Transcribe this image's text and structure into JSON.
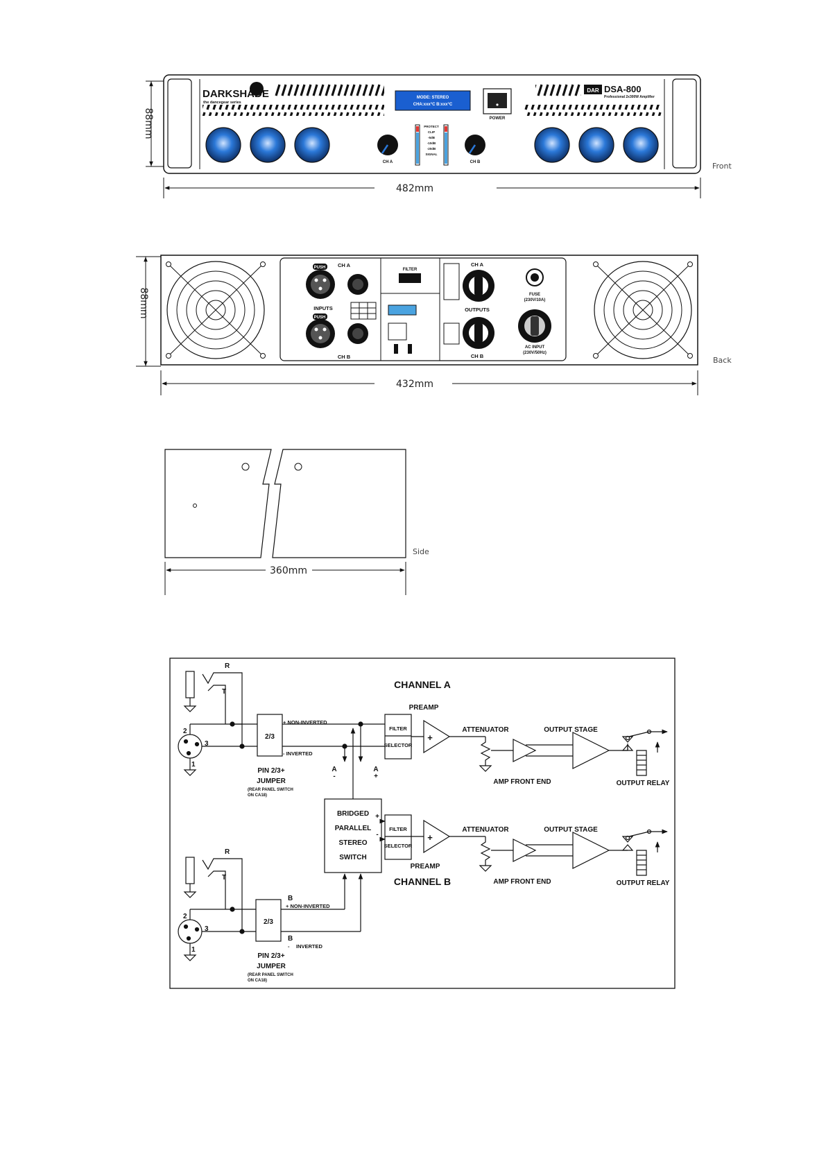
{
  "views": {
    "front": {
      "label": "Front",
      "height_dim": "88mm",
      "width_dim": "482mm",
      "brand": "DARKSHADE",
      "brand_sub": "the dancegear series",
      "display_line1": "MODE: STEREO",
      "display_line2": "CHA:xxx°C  B:xxx°C",
      "power_label": "POWER",
      "logo": "DAR",
      "model": "DSA-800",
      "model_sub": "Professional 2x300W Amplifier",
      "gain_a_label": "CH A",
      "gain_b_label": "CH B",
      "meter_labels": [
        "PROTECT",
        "CLIP",
        "-5dB",
        "-10dB",
        "-20dB",
        "SIGNAL"
      ]
    },
    "back": {
      "label": "Back",
      "height_dim": "88mm",
      "width_dim": "432mm",
      "ch_a": "CH A",
      "ch_b": "CH B",
      "inputs": "INPUTS",
      "push": "PUSH",
      "filter": "FILTER",
      "outputs": "OUTPUTS",
      "fuse": "FUSE",
      "fuse_rating": "(230V/10A)",
      "ac_input": "AC INPUT",
      "ac_rating": "(230V/50Hz)"
    },
    "side": {
      "label": "Side",
      "width_dim": "360mm"
    }
  },
  "schematic": {
    "channel_a": "CHANNEL A",
    "channel_b": "CHANNEL B",
    "preamp_a": "PREAMP",
    "preamp_b": "PREAMP",
    "attenuator_a": "ATTENUATOR",
    "attenuator_b": "ATTENUATOR",
    "output_stage_a": "OUTPUT STAGE",
    "output_stage_b": "OUTPUT STAGE",
    "amp_front_end_a": "AMP FRONT END",
    "amp_front_end_b": "AMP FRONT END",
    "output_relay_a": "OUTPUT RELAY",
    "output_relay_b": "OUTPUT RELAY",
    "filter": "FILTER",
    "selector": "SELECTOR",
    "non_inverted_a": "+ NON-INVERTED",
    "inverted_a": "- INVERTED",
    "non_inverted_b": "+  NON-INVERTED",
    "inverted_b": "INVERTED",
    "pin_box": "2/3",
    "pin_jumper_a": [
      "PIN 2/3+",
      "JUMPER"
    ],
    "pin_jumper_b": [
      "PIN 2/3+",
      "JUMPER"
    ],
    "jumper_note": [
      "(REAR PANEL SWITCH",
      "ON CA18)"
    ],
    "switch_lines": [
      "BRIDGED",
      "PARALLEL",
      "STEREO",
      "SWITCH"
    ],
    "pin_r": "R",
    "pin_t": "T",
    "pin_1": "1",
    "pin_2": "2",
    "pin_3": "3",
    "bus_a_minus": "A",
    "bus_a_plus": "A",
    "b_letter": "B",
    "plus": "+",
    "minus": "-"
  },
  "colors": {
    "line": "#111111",
    "accent_blue": "#1e6fd6",
    "display_blue": "#1a5fd0"
  }
}
